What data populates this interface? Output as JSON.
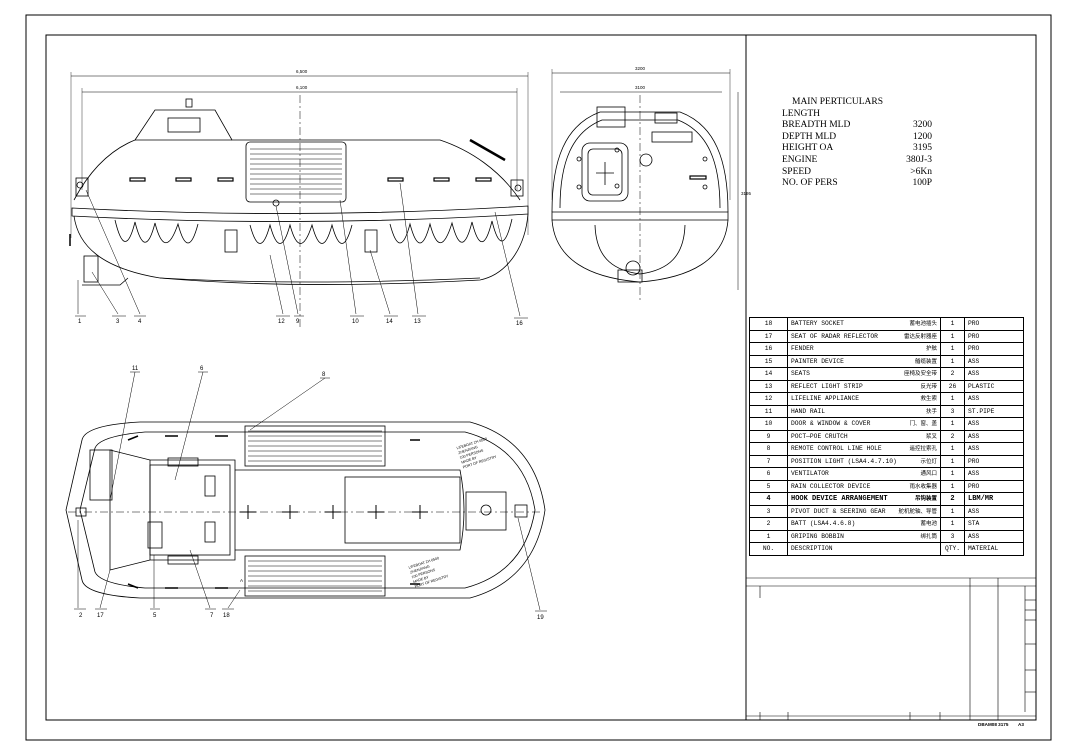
{
  "particulars": {
    "title": "MAIN PERTICULARS",
    "rows": [
      {
        "k": "LENGTH",
        "v": ""
      },
      {
        "k": "BREADTH MLD",
        "v": "3200"
      },
      {
        "k": "DEPTH MLD",
        "v": "1200"
      },
      {
        "k": "HEIGHT OA",
        "v": "3195"
      },
      {
        "k": "ENGINE",
        "v": "380J-3"
      },
      {
        "k": "SPEED",
        "v": ">6Kn"
      },
      {
        "k": "NO. OF PERS",
        "v": "100P"
      }
    ]
  },
  "bom": {
    "rows": [
      {
        "no": "18",
        "desc": "BATTERY  SOCKET",
        "cn": "蓄电池插头",
        "qty": "1",
        "mat": "PRO"
      },
      {
        "no": "17",
        "desc": "SEAT OF RADAR REFLECTOR",
        "cn": "雷达反射器座",
        "qty": "1",
        "mat": "PRO"
      },
      {
        "no": "16",
        "desc": "FENDER",
        "cn": "护舷",
        "qty": "1",
        "mat": "PRO"
      },
      {
        "no": "15",
        "desc": "PAINTER DEVICE",
        "cn": "艏缆装置",
        "qty": "1",
        "mat": "ASS"
      },
      {
        "no": "14",
        "desc": "SEATS",
        "cn": "座椅及安全带",
        "qty": "2",
        "mat": "ASS"
      },
      {
        "no": "13",
        "desc": "REFLECT LIGHT STRIP",
        "cn": "反光带",
        "qty": "26",
        "mat": "PLASTIC"
      },
      {
        "no": "12",
        "desc": "LIFELINE APPLIANCE",
        "cn": "救生索",
        "qty": "1",
        "mat": "ASS"
      },
      {
        "no": "11",
        "desc": "HAND RAIL",
        "cn": "扶手",
        "qty": "3",
        "mat": "ST.PIPE"
      },
      {
        "no": "10",
        "desc": "DOOR & WINDOW & COVER",
        "cn": "门、窗、盖",
        "qty": "1",
        "mat": "ASS"
      },
      {
        "no": "9",
        "desc": "POCT—POE CRUTCH",
        "cn": "浆叉",
        "qty": "2",
        "mat": "ASS"
      },
      {
        "no": "8",
        "desc": "REMOTE CONTROL LINE HOLE",
        "cn": "遥控拉索孔",
        "qty": "1",
        "mat": "ASS"
      },
      {
        "no": "7",
        "desc": "POSITION LIGHT     (LSA4.4.7.10)",
        "cn": "示位灯",
        "qty": "1",
        "mat": "PRO"
      },
      {
        "no": "6",
        "desc": "VENTILATOR",
        "cn": "通风口",
        "qty": "1",
        "mat": "ASS"
      },
      {
        "no": "5",
        "desc": "RAIN COLLECTOR DEVICE",
        "cn": "雨水收集器",
        "qty": "1",
        "mat": "PRO"
      },
      {
        "no": "4",
        "desc": "HOOK DEVICE ARRANGEMENT",
        "cn": "吊钩装置",
        "qty": "2",
        "mat": "LBM/MR",
        "bold": true
      },
      {
        "no": "3",
        "desc": "PIVOT DUCT & SEERING GEAR",
        "cn": "舵机舵轴、导管",
        "qty": "1",
        "mat": "ASS"
      },
      {
        "no": "2",
        "desc": "BATT            (LSA4.4.6.8)",
        "cn": "蓄电池",
        "qty": "1",
        "mat": "STA"
      },
      {
        "no": "1",
        "desc": "GRIPING BOBBIN",
        "cn": "绑扎筒",
        "qty": "3",
        "mat": "ASS"
      }
    ],
    "header": {
      "no": "NO.",
      "desc": "DESCRIPTION",
      "qty": "QTY.",
      "mat": "MATERIAL"
    }
  },
  "dimensions": {
    "side_overall": "6,500",
    "side_inner": "6,100",
    "front_overall": "3200",
    "front_inner": "3100",
    "front_height": "3195"
  },
  "callouts": {
    "side": [
      "1",
      "3",
      "4",
      "12",
      "9",
      "10",
      "14",
      "13",
      "16"
    ],
    "plan_top": [
      "11",
      "6",
      "8"
    ],
    "plan_bottom": [
      "2",
      "17",
      "5",
      "7",
      "18",
      "19"
    ]
  },
  "plan_label": "A",
  "hull_note": [
    "LIFEBOAT ZH 6500",
    "ZHENJIANG",
    "100 PERSONS",
    "MADE BY",
    "PORT OF REGISTRY"
  ],
  "title_block": {
    "drawing_no": "DBAM08 3175",
    "sheet": "A3"
  }
}
